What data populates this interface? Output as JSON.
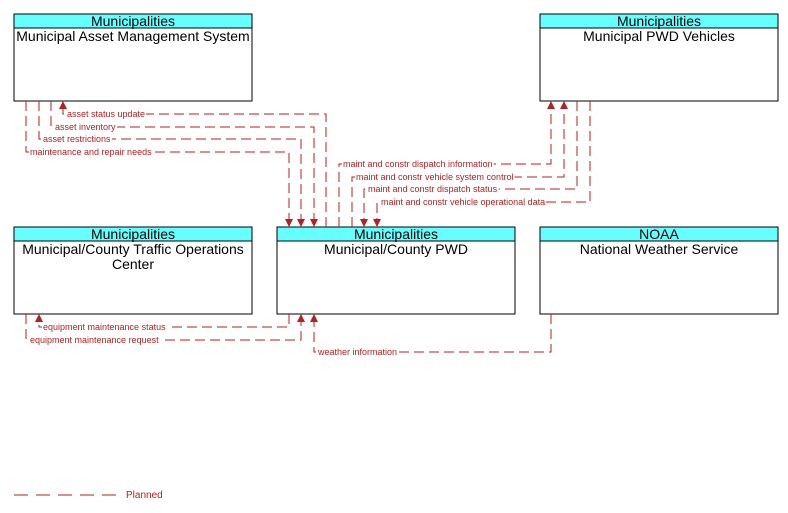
{
  "nodes": {
    "asset_mgmt": {
      "group": "Municipalities",
      "name": [
        "Municipal Asset Management System"
      ]
    },
    "pwd_vehicles": {
      "group": "Municipalities",
      "name": [
        "Municipal PWD Vehicles"
      ]
    },
    "traffic_ops": {
      "group": "Municipalities",
      "name": [
        "Municipal/County Traffic Operations",
        "Center"
      ]
    },
    "pwd": {
      "group": "Municipalities",
      "name": [
        "Municipal/County PWD"
      ]
    },
    "nws": {
      "group": "NOAA",
      "name": [
        "National Weather Service"
      ]
    }
  },
  "flows": [
    {
      "id": "asset-status-update",
      "label": "asset status update"
    },
    {
      "id": "asset-inventory",
      "label": "asset inventory"
    },
    {
      "id": "asset-restrictions",
      "label": "asset restrictions"
    },
    {
      "id": "maintenance-and-repair-needs",
      "label": "maintenance and repair needs"
    },
    {
      "id": "maint-and-constr-dispatch-information",
      "label": "maint and constr dispatch information"
    },
    {
      "id": "maint-and-constr-vehicle-system-control",
      "label": "maint and constr vehicle system control"
    },
    {
      "id": "maint-and-constr-dispatch-status",
      "label": "maint and constr dispatch status"
    },
    {
      "id": "maint-and-constr-vehicle-operational-data",
      "label": "maint and constr vehicle operational data"
    },
    {
      "id": "equipment-maintenance-status",
      "label": "equipment maintenance status"
    },
    {
      "id": "equipment-maintenance-request",
      "label": "equipment maintenance request"
    },
    {
      "id": "weather-information",
      "label": "weather information"
    }
  ],
  "legend": {
    "label": "Planned",
    "color": "#b22222"
  },
  "colors": {
    "header_fill": "#66ffff",
    "flow": "#b22222",
    "border": "#000000"
  }
}
